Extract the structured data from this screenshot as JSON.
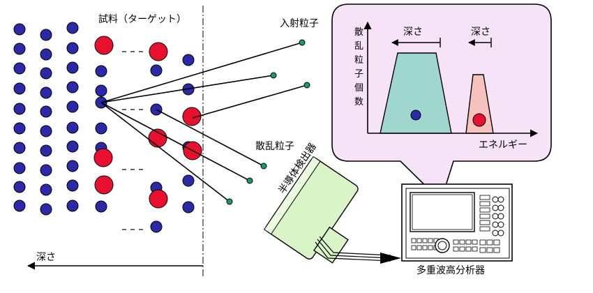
{
  "labels": {
    "target": "試料（ターゲット）",
    "incident": "入射粒子",
    "scattered": "散乱粒子",
    "depth_bottom": "深さ",
    "detector": "半導体検出器",
    "analyzer": "多重波高分析器",
    "energy": "エネルギー",
    "depth_a": "深さ",
    "depth_b": "深さ",
    "yaxis_chars": [
      "散",
      "乱",
      "粒",
      "子",
      "個",
      "数"
    ]
  },
  "colors": {
    "blue_atom": "#2a2aa8",
    "red_atom": "#e8102e",
    "green_particle": "#1a9a6a",
    "detector_fill": "#d9f5c8",
    "bubble_fill": "#f7e3f7",
    "peak_blue": "#9fd7cf",
    "peak_red": "#f7c1bd"
  }
}
